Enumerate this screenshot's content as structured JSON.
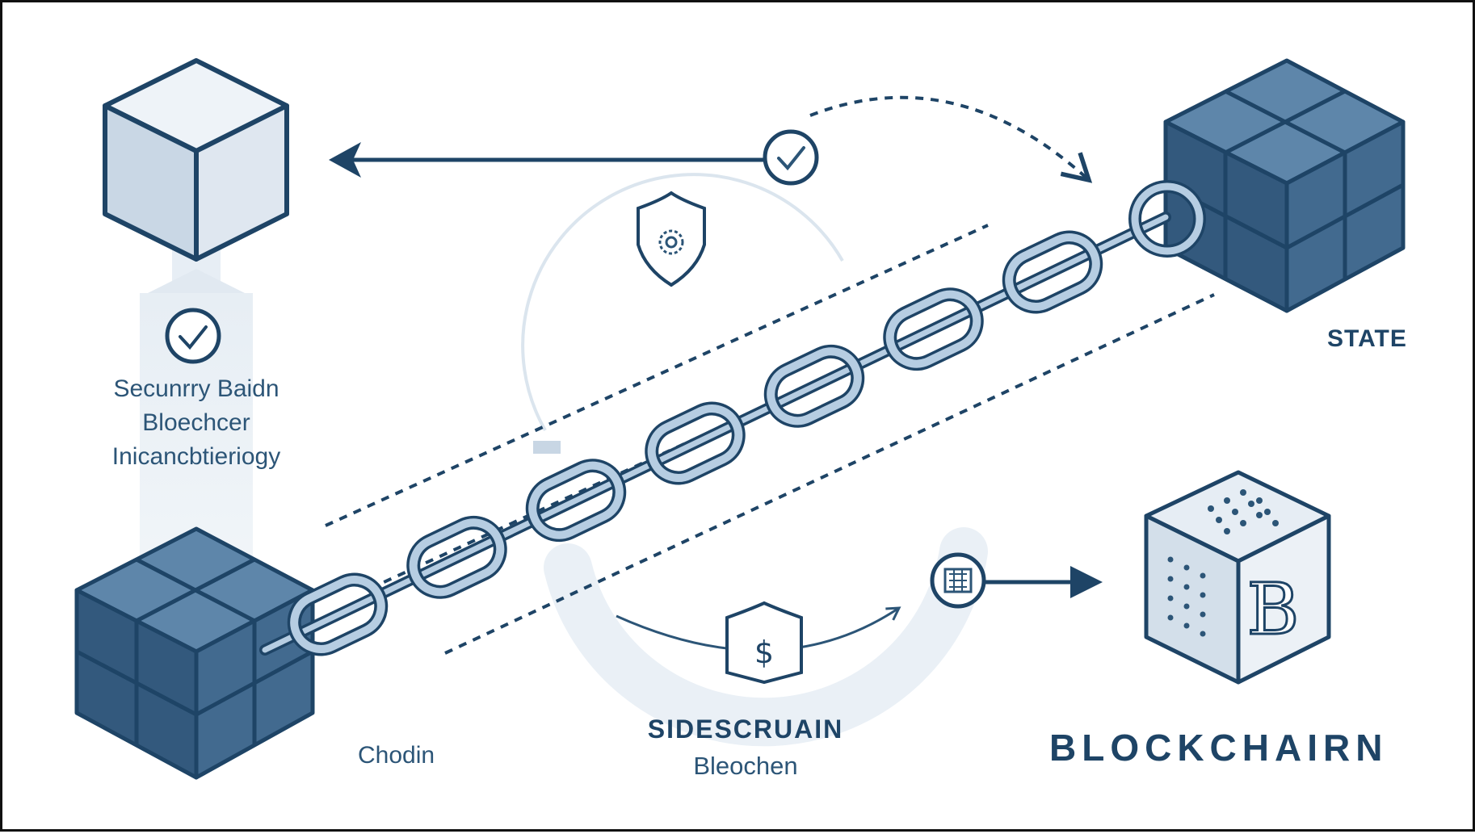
{
  "labels": {
    "security": [
      "Secunrry Baidn",
      "Bloechcer",
      "Inicancbtieriogy"
    ],
    "state": "STATE",
    "chain": "Chodin",
    "sidechain_title": "SIDESCRUAIN",
    "sidechain_sub": "Bleochen",
    "blockchain": "BLOCKCHAIRN",
    "block_letter": "B"
  },
  "icons": {
    "top_arrow_check": "check-circle-icon",
    "left_check": "check-circle-icon",
    "shield": "shield-gear-icon",
    "dollar_shield": "shield-dollar-icon",
    "circuit": "circuit-chip-icon",
    "link": "chain-link-icon"
  },
  "colors": {
    "navy": "#1e4466",
    "steel": "#4a6f93",
    "dark_block": "#33597d",
    "light_block": "#dfe7f0",
    "link_fill": "#b6cde2",
    "pale": "#d9e4ee"
  }
}
